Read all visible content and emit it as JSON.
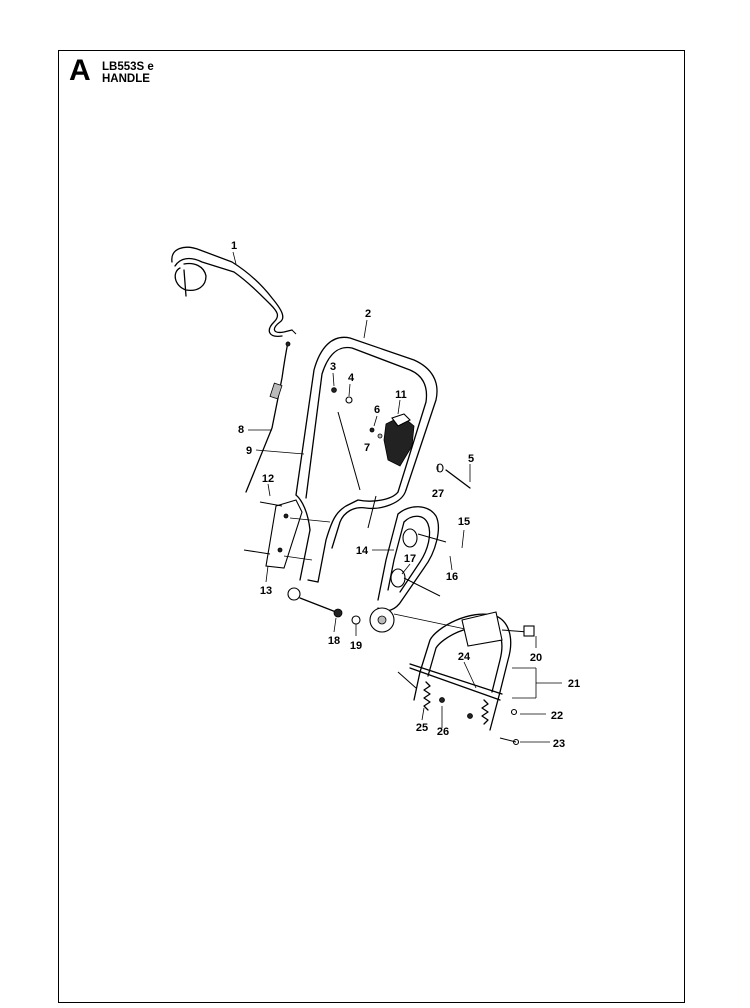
{
  "header": {
    "section_letter": "A",
    "model": "LB553S e",
    "assembly": "HANDLE"
  },
  "callouts": [
    "1",
    "2",
    "3",
    "4",
    "5",
    "6",
    "7",
    "8",
    "9",
    "11",
    "12",
    "13",
    "14",
    "15",
    "16",
    "17",
    "18",
    "19",
    "20",
    "21",
    "22",
    "23",
    "24",
    "25",
    "26",
    "27"
  ]
}
